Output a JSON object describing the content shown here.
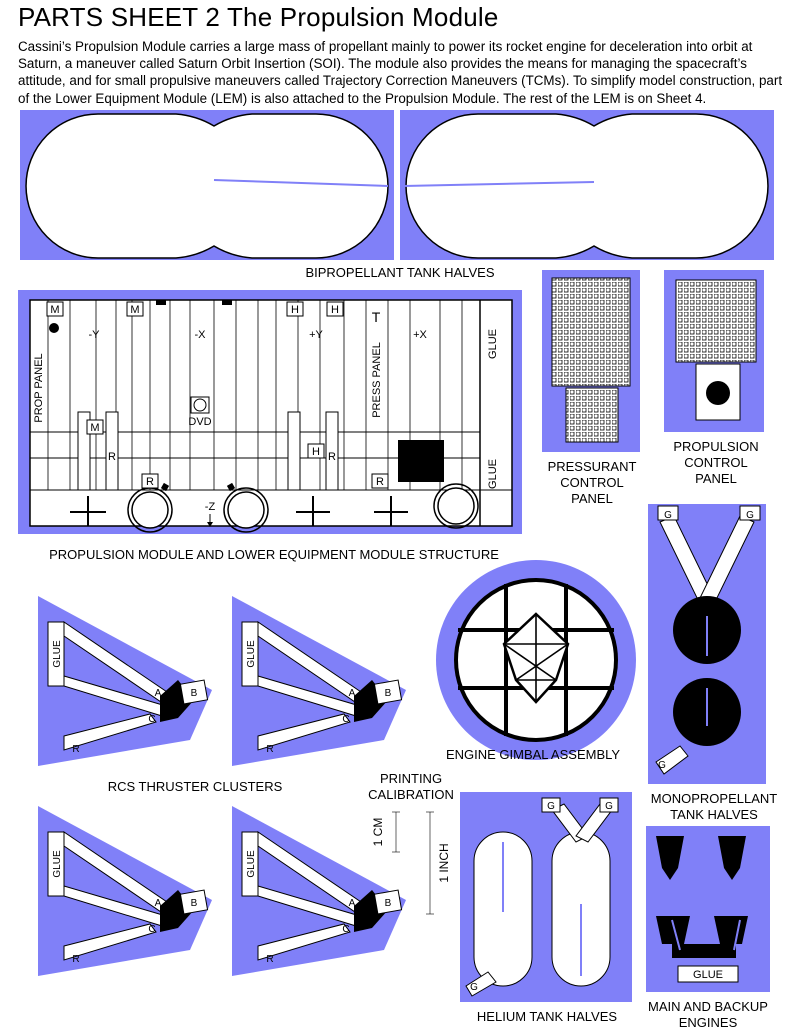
{
  "header": {
    "title": "PARTS SHEET 2 The Propulsion Module",
    "intro": "Cassini’s Propulsion Module carries a large mass of propellant mainly to power its rocket engine for deceleration into orbit at Saturn, a maneuver called Saturn Orbit Insertion (SOI). The module also provides the means for managing the spacecraft’s attitude, and for small propulsive maneuvers called Trajectory Correction Maneuvers (TCMs). To simplify model construction, part of the Lower Equipment Module (LEM) is also attached to the Propulsion Module. The rest of the LEM is on Sheet 4."
  },
  "captions": {
    "biprop": "BIPROPELLANT TANK HALVES",
    "structure": "PROPULSION MODULE AND LOWER EQUIPMENT MODULE STRUCTURE",
    "pressurant_1": "PRESSURANT",
    "pressurant_2": "CONTROL",
    "pressurant_3": "PANEL",
    "propcontrol_1": "PROPULSION",
    "propcontrol_2": "CONTROL",
    "propcontrol_3": "PANEL",
    "rcs": "RCS THRUSTER CLUSTERS",
    "calibration_1": "PRINTING",
    "calibration_2": "CALIBRATION",
    "gimbal": "ENGINE GIMBAL ASSEMBLY",
    "mono_1": "MONOPROPELLANT",
    "mono_2": "TANK HALVES",
    "helium": "HELIUM TANK HALVES",
    "engines_1": "MAIN AND BACKUP",
    "engines_2": "ENGINES"
  },
  "structure_labels": {
    "m": "M",
    "h": "H",
    "r": "R",
    "t": "T",
    "neg_y": "-Y",
    "neg_x": "-X",
    "pos_y": "+Y",
    "pos_x": "+X",
    "neg_z": "-Z",
    "dvd": "DVD",
    "prop_panel": "PROP PANEL",
    "press_panel": "PRESS PANEL",
    "glue": "GLUE"
  },
  "rcs_labels": {
    "glue": "GLUE",
    "a": "A",
    "b": "B",
    "c": "C",
    "r": "R"
  },
  "calibration_labels": {
    "cm": "1 CM",
    "inch": "1 INCH"
  },
  "tab_labels": {
    "g": "G",
    "glue": "GLUE"
  },
  "colors": {
    "accent": "#8080f8",
    "ink": "#000000",
    "paper": "#ffffff"
  }
}
